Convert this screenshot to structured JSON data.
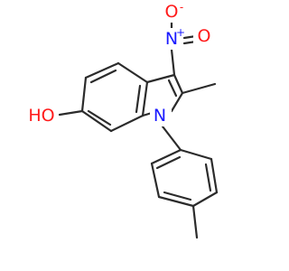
{
  "molecule": {
    "atoms": {
      "oh": "HO",
      "n_ring": "N",
      "n_nitro": "N",
      "o_nitro_top": "O",
      "o_nitro_right": "O",
      "charge_plus": "+",
      "charge_minus": "-"
    }
  },
  "colors": {
    "bond": "#2b2b2b",
    "carbon": "#2b2b2b",
    "nitrogen": "#1a1aff",
    "oxygen": "#ff1a1a"
  }
}
